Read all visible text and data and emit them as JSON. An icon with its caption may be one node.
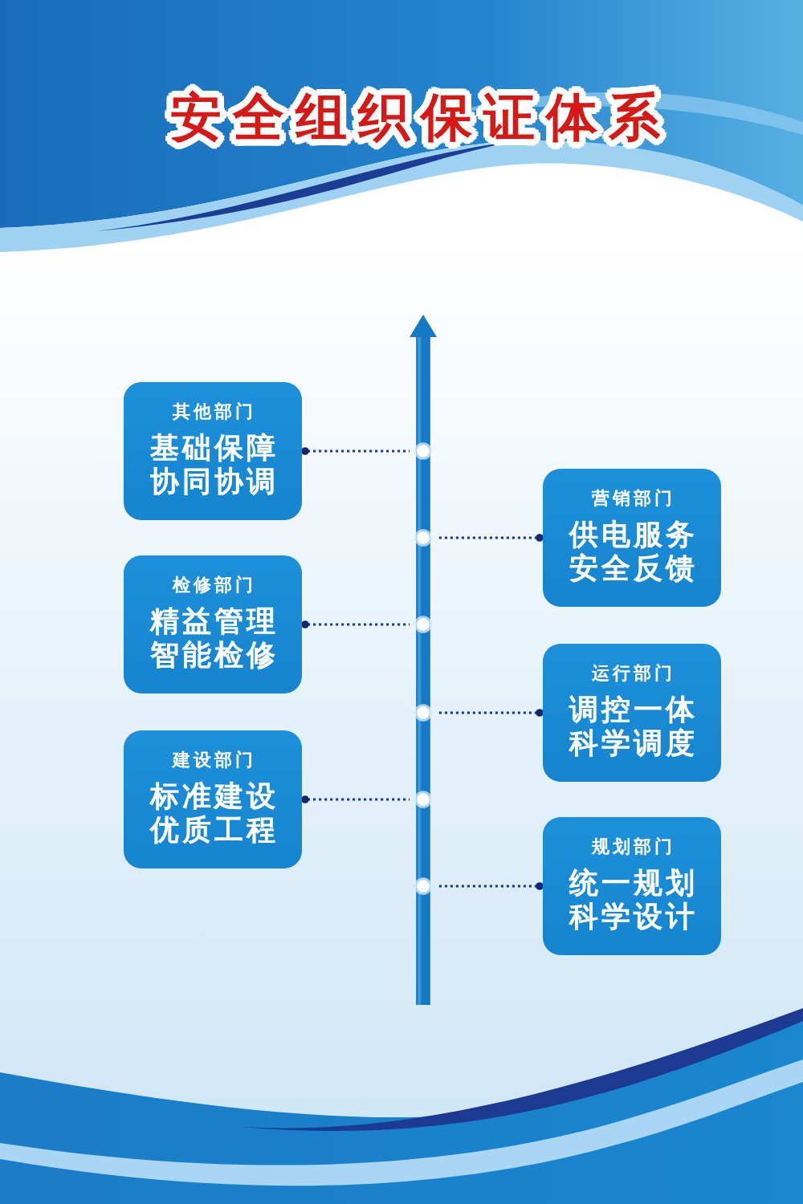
{
  "diagram": {
    "title": "安全组织保证体系",
    "nodes": [
      {
        "text": [
          "其他部门",
          "基础保障",
          "协同协调"
        ]
      },
      {
        "text": [
          "营销部门",
          "供电服务",
          "安全反馈"
        ]
      },
      {
        "text": [
          "检修部门",
          "精益管理",
          "智能检修"
        ]
      },
      {
        "text": [
          "运行部门",
          "调控一体",
          "科学调度"
        ]
      },
      {
        "text": [
          "建设部门",
          "标准建设",
          "优质工程"
        ]
      },
      {
        "text": [
          "规划部门",
          "统一规划",
          "科学设计"
        ]
      },
      {
        "text": [],
        "shape": "arrow"
      }
    ],
    "edges": [
      {
        "from": 0,
        "to": 6,
        "arrow": "other",
        "style": "dashed"
      },
      {
        "from": 1,
        "to": 6,
        "arrow": "other",
        "style": "dashed"
      },
      {
        "from": 2,
        "to": 6,
        "arrow": "other",
        "style": "dashed"
      },
      {
        "from": 3,
        "to": 6,
        "arrow": "other",
        "style": "dashed"
      },
      {
        "from": 4,
        "to": 6,
        "arrow": "other",
        "style": "dashed"
      },
      {
        "from": 5,
        "to": 6,
        "arrow": "other",
        "style": "dashed"
      }
    ]
  }
}
